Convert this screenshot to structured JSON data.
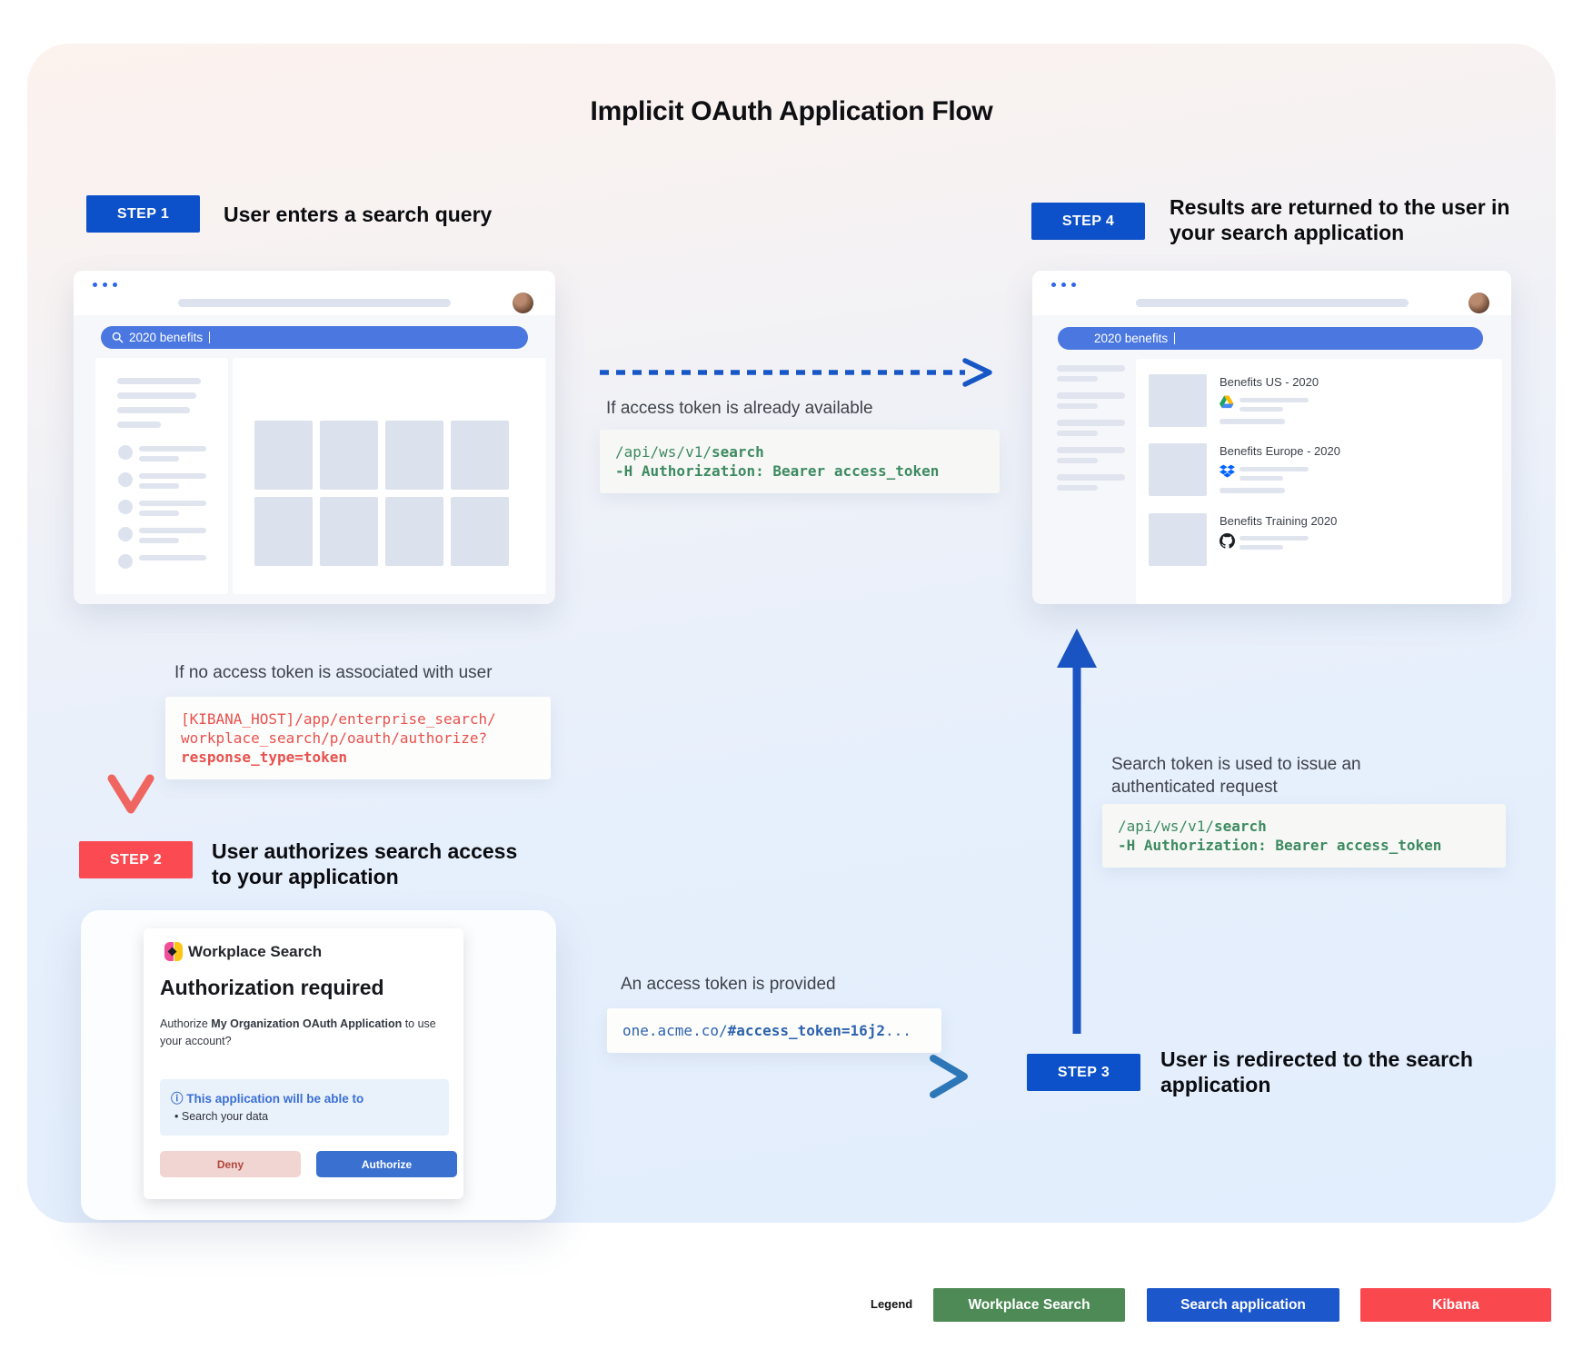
{
  "title": "Implicit OAuth Application Flow",
  "steps": [
    {
      "badge": "STEP 1",
      "label": "User enters a search query"
    },
    {
      "badge": "STEP 2",
      "label": "User authorizes search access to your application"
    },
    {
      "badge": "STEP 3",
      "label": "User is redirected to the search application"
    },
    {
      "badge": "STEP 4",
      "label": "Results are returned to the user in your search application"
    }
  ],
  "annotations": {
    "token_available": "If access token is already available",
    "no_token": "If no access token is associated with user",
    "token_provided": "An access token is provided",
    "token_used": "Search token is used to issue an authenticated request"
  },
  "code_blocks": {
    "search_api": {
      "path_plain": "/api/ws/v1/",
      "path_bold": "search",
      "header_line": "-H Authorization: Bearer access_token"
    },
    "kibana_authorize": {
      "line1": "[KIBANA_HOST]/app/enterprise_search/",
      "line2": "workplace_search/p/oauth/authorize?",
      "line3_bold": "response_type=token"
    },
    "redirect": {
      "plain": "one.acme.co/",
      "bold": "#access_token=16j2",
      "ellipsis": "..."
    }
  },
  "browser_app": {
    "search_query": "2020 benefits"
  },
  "browser_results": {
    "search_query": "2020 benefits",
    "results": [
      {
        "title": "Benefits US - 2020",
        "source": "google-drive"
      },
      {
        "title": "Benefits Europe - 2020",
        "source": "dropbox"
      },
      {
        "title": "Benefits Training 2020",
        "source": "github"
      }
    ]
  },
  "auth_dialog": {
    "app_name": "Workplace Search",
    "heading": "Authorization required",
    "body_prefix": "Authorize ",
    "body_bold": "My Organization OAuth Application",
    "body_suffix": " to use your account?",
    "info_title": "This application will be able to",
    "info_bullet": "Search your data",
    "deny_label": "Deny",
    "authorize_label": "Authorize"
  },
  "legend": {
    "label": "Legend",
    "items": [
      {
        "label": "Workplace Search",
        "color": "#4e8a56"
      },
      {
        "label": "Search application",
        "color": "#1c57cb"
      },
      {
        "label": "Kibana",
        "color": "#f9494f"
      }
    ]
  },
  "icons": {
    "info": "ⓘ",
    "bullet": "•"
  },
  "colors": {
    "step_blue": "#0c51c9",
    "step_red": "#fb4a52",
    "arrow_blue": "#1757c5",
    "arrow_red": "#ee6057",
    "searchbar_blue": "#4a77e0",
    "code_green": "#3d8a61",
    "code_red": "#e8514d",
    "code_blue": "#2e63ad",
    "container_top": "#fcf2ee",
    "container_bottom": "#e2eefd"
  }
}
